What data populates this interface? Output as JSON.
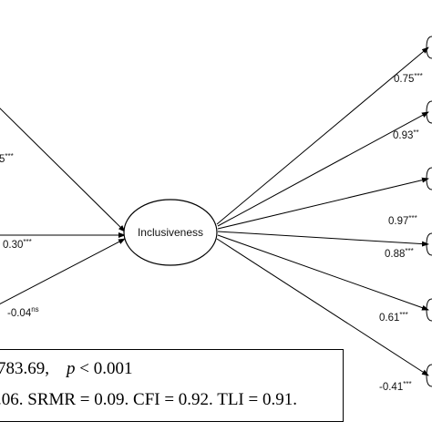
{
  "latent": {
    "label": "Inclusiveness"
  },
  "inputs": [
    {
      "value": "5",
      "stars": "***"
    },
    {
      "value": "0.30",
      "stars": "***"
    },
    {
      "value": "-0.04",
      "stars": "ns"
    }
  ],
  "outputs": [
    {
      "value": "0.75",
      "stars": "***"
    },
    {
      "value": "0.93",
      "stars": "**"
    },
    {
      "value": "0.97",
      "stars": "***"
    },
    {
      "value": "0.88",
      "stars": "***"
    },
    {
      "value": "0.61",
      "stars": "***"
    },
    {
      "value": "-0.41",
      "stars": "***"
    }
  ],
  "fit": {
    "line1_prefix": "783.69,",
    "line1_p": "p",
    "line1_suffix": " < 0.001",
    "line2": ".06. SRMR = 0.09. CFI = 0.92. TLI = 0.91."
  }
}
